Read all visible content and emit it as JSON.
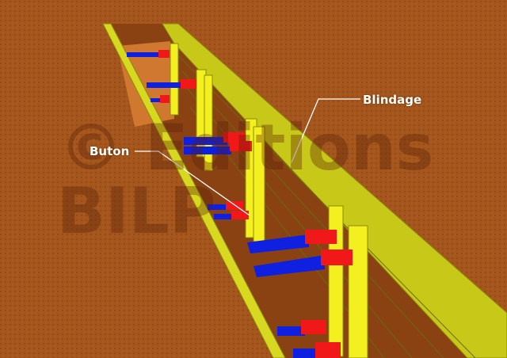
{
  "labels": {
    "blindage": "Blindage",
    "buton": "Buton"
  },
  "watermark": {
    "line1": "© Editions",
    "line2": "BILP"
  },
  "colors": {
    "soil": "#a4561c",
    "panel": "#c8c818",
    "post": "#f4f020",
    "strut": "#1020e0",
    "strut_end": "#f01818"
  }
}
